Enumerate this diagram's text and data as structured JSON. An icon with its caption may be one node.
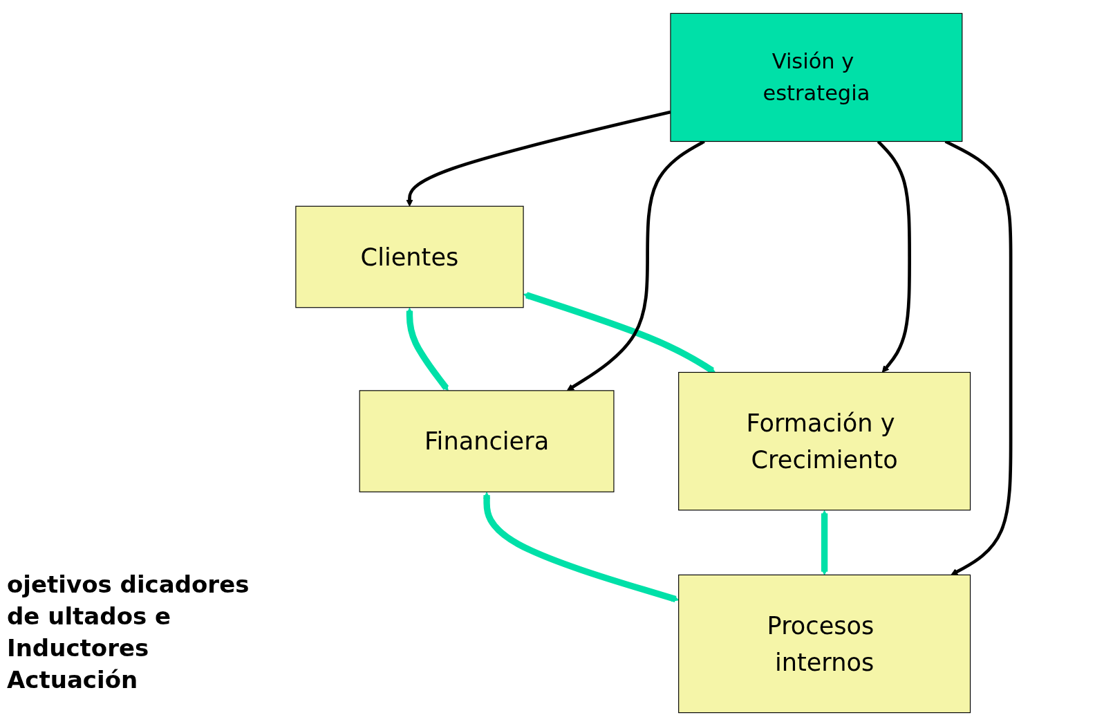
{
  "diagram": {
    "nodes": [
      {
        "text": [
          "Financiera"
        ]
      },
      {
        "text": [
          "Clientes"
        ]
      },
      {
        "text": [
          "Visión y estrategia"
        ]
      },
      {
        "text": [
          "Procesos internos"
        ]
      },
      {
        "text": [
          "Formación y Crecimiento"
        ]
      }
    ],
    "edges": [
      {
        "from": 1,
        "to": 0,
        "arrow": "both",
        "style": "thick",
        "color": "#00e0a8"
      },
      {
        "from": 0,
        "to": 3,
        "arrow": "both",
        "style": "thick",
        "color": "#00e0a8"
      },
      {
        "from": 1,
        "to": 4,
        "arrow": "both",
        "style": "thick",
        "color": "#00e0a8"
      },
      {
        "from": 4,
        "to": 3,
        "arrow": "both",
        "style": "thick",
        "color": "#00e0a8"
      },
      {
        "from": 2,
        "to": 0,
        "arrow": "to",
        "color": "#000000"
      },
      {
        "from": 2,
        "to": 1,
        "arrow": "to",
        "color": "#000000"
      },
      {
        "from": 2,
        "to": 3,
        "arrow": "to",
        "color": "#000000"
      },
      {
        "from": 2,
        "to": 4,
        "arrow": "to",
        "color": "#000000"
      }
    ],
    "labels": [
      "ojetivos dicadores de ultados e Inductores Actuación"
    ]
  }
}
